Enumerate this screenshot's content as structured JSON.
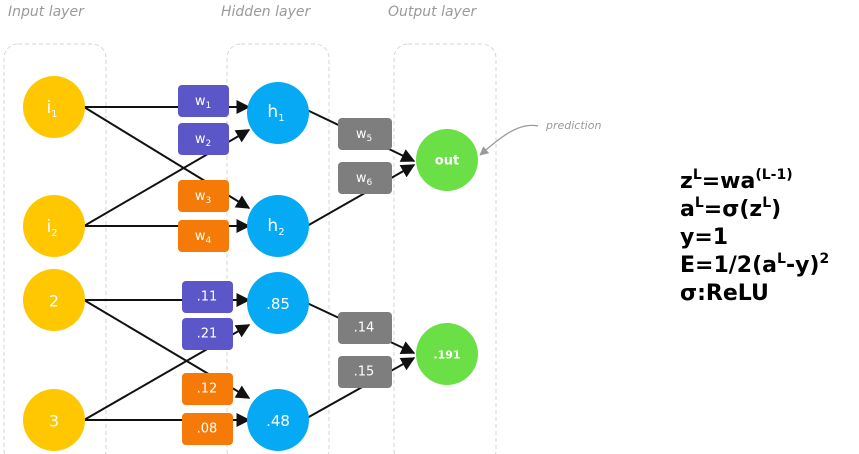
{
  "layers": {
    "input_title": "Input layer",
    "hidden_title": "Hidden layer",
    "output_title": "Output layer"
  },
  "symbolic": {
    "inputs": [
      {
        "label": "i",
        "sub": "1"
      },
      {
        "label": "i",
        "sub": "2"
      }
    ],
    "hidden": [
      {
        "label": "h",
        "sub": "1"
      },
      {
        "label": "h",
        "sub": "2"
      }
    ],
    "output": "out",
    "weights": [
      {
        "label": "w",
        "sub": "1"
      },
      {
        "label": "w",
        "sub": "2"
      },
      {
        "label": "w",
        "sub": "3"
      },
      {
        "label": "w",
        "sub": "4"
      },
      {
        "label": "w",
        "sub": "5"
      },
      {
        "label": "w",
        "sub": "6"
      }
    ],
    "prediction_label": "prediction"
  },
  "numeric": {
    "inputs": [
      "2",
      "3"
    ],
    "hidden": [
      ".85",
      ".48"
    ],
    "output": ".191",
    "weights": [
      ".11",
      ".21",
      ".12",
      ".08",
      ".14",
      ".15"
    ]
  },
  "formulas": {
    "line1": {
      "base": "z",
      "sup1": "L",
      "mid": "=wa",
      "sup2": "(L-1)"
    },
    "line2": {
      "base": "a",
      "sup1": "L",
      "mid": "=σ(z",
      "sup2": "L",
      "end": ")"
    },
    "line3": "y=1",
    "line4": {
      "pre": "E=1/2(a",
      "sup1": "L",
      "mid": "-y)",
      "sup2": "2"
    },
    "line5": "σ:ReLU"
  },
  "colors": {
    "input_node": "#FFC700",
    "hidden_node": "#06A9F4",
    "output_node": "#6ADF46",
    "weight_blue": "#5B57C8",
    "weight_orange": "#F57A07",
    "weight_gray": "#7E7E7E"
  }
}
